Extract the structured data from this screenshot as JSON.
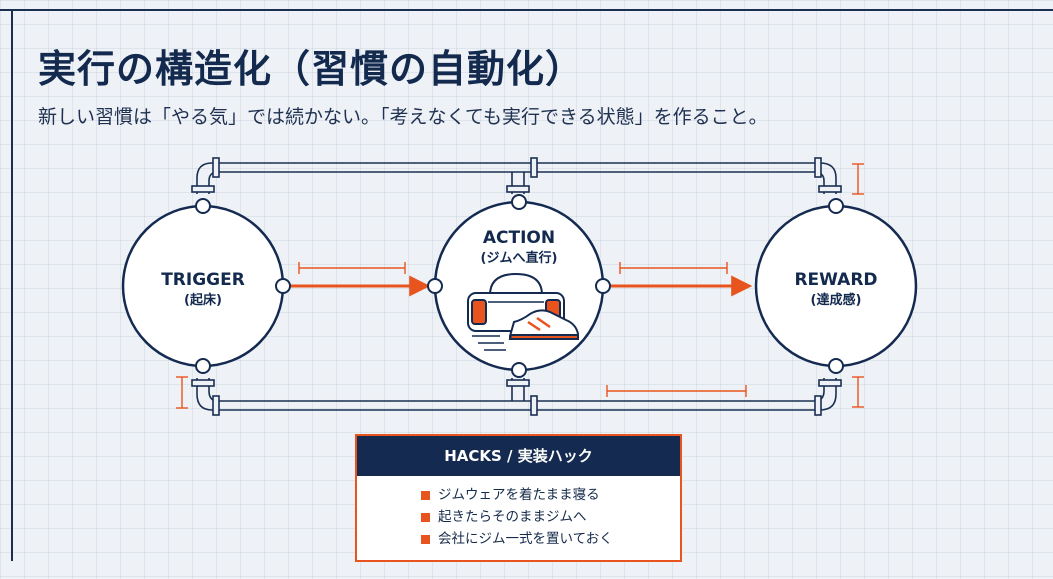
{
  "title": "実行の構造化（習慣の自動化）",
  "subtitle": "新しい習慣は「やる気」では続かない。「考えなくても実行できる状態」を作ること。",
  "nodes": {
    "trigger": {
      "title": "TRIGGER",
      "subtitle": "(起床)"
    },
    "action": {
      "title": "ACTION",
      "subtitle": "(ジムへ直行)"
    },
    "reward": {
      "title": "REWARD",
      "subtitle": "(達成感)"
    }
  },
  "hacks": {
    "header": "HACKS / 実装ハック",
    "items": [
      "ジムウェアを着たまま寝る",
      "起きたらそのままジムへ",
      "会社にジム一式を置いておく"
    ]
  },
  "colors": {
    "navy": "#142a50",
    "accent": "#e8541e",
    "background": "#eef2f7"
  },
  "icons": [
    "duffel-bag-icon",
    "sneaker-icon"
  ]
}
